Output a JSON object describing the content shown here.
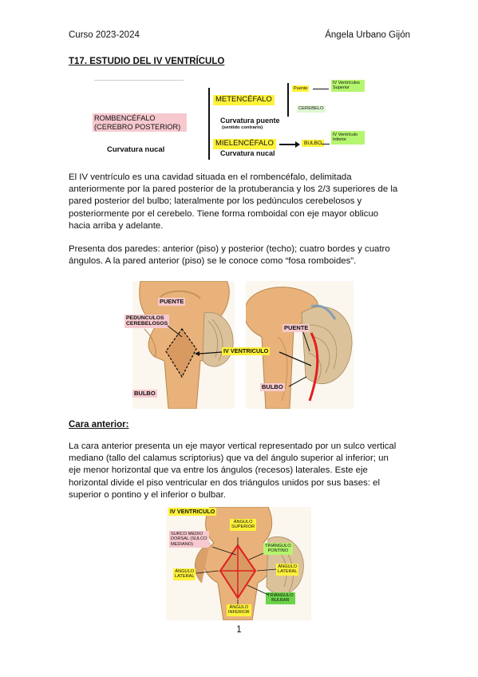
{
  "header": {
    "left": "Curso 2023-2024",
    "right": "Ángela Urbano Gijón"
  },
  "title": "T17. ESTUDIO DEL IV VENTRÍCULO",
  "scheme": {
    "rombencefalo": "ROMBENCÉFALO\n(CEREBRO POSTERIOR)",
    "curvatura_nucal_left": "Curvatura nucal",
    "metencefalo": "METENCÉFALO",
    "curvatura_puente": "Curvatura puente",
    "sentido_contrario": "(sentido contrario)",
    "mielencefalo": "MIELENCÉFALO",
    "curvatura_nucal_bottom": "Curvatura nucal",
    "puente": "Puente",
    "cerebelo": "CEREBELO",
    "bulbo": "BULBO",
    "iv_superior": "IV Ventrículos\nSuperior",
    "iv_inferior": "IV Ventrículo\nInferior"
  },
  "paragraphs": {
    "p1_lines": [
      "El IV ventrículo es una cavidad situada en el rombencéfalo, delimitada",
      "anteriormente por la pared posterior de la protuberancia y los 2/3 superiores de la",
      "pared posterior del bulbo; lateralmente por los pedúnculos cerebelosos y",
      "posteriormente por el cerebelo. Tiene forma romboidal con eje mayor oblicuo",
      "hacia arriba y adelante."
    ],
    "p2_lines": [
      "Presenta dos paredes: anterior (piso) y posterior (techo); cuatro bordes y cuatro",
      "ángulos. A la pared anterior (piso) se le conoce como “fosa romboides”."
    ],
    "cara_anterior_heading": "Cara anterior:",
    "p3_lines": [
      "La cara anterior presenta un eje mayor vertical representado por un sulco vertical",
      "mediano (tallo del calamus scriptorius) que va del ángulo superior al inferior; un",
      "eje menor horizontal que va entre los ángulos (recesos) laterales. Este eje",
      "horizontal divide el piso ventricular en dos triángulos unidos por sus bases: el",
      "superior o pontino y el inferior o bulbar."
    ]
  },
  "figure1": {
    "puente": "PUENTE",
    "pedunculos": "PEDUNCULOS\nCEREBELOSOS",
    "iv_ventriculo": "IV VENTRICULO",
    "bulbo_left": "BULBO",
    "puente_right": "PUENTE",
    "bulbo_right": "BULBO"
  },
  "figure2": {
    "iv_ventriculo": "IV  VENTRICULO",
    "surco": "SURCO MEDIO\nDORSAL (SULCO\nMEDIANO)",
    "angulo_superior": "ÁNGULO\nSUPERIOR",
    "triangulo_pontino": "TRIÁNGULO\nPONTINO",
    "angulo_lateral_left": "ÁNGULO\nLATERAL",
    "angulo_lateral_right": "ÁNGULO\nLATERAL",
    "triangulo_bulbar": "TRIÁNGULO\nBULBAR",
    "angulo_inferior": "ÁNGULO\nINFERIOR"
  },
  "page_number": "1",
  "colors": {
    "pink": "#f7c9cf",
    "yellow": "#fff23a",
    "green": "#b5f56f",
    "brain": "#e8b27a",
    "red": "#e02020"
  }
}
